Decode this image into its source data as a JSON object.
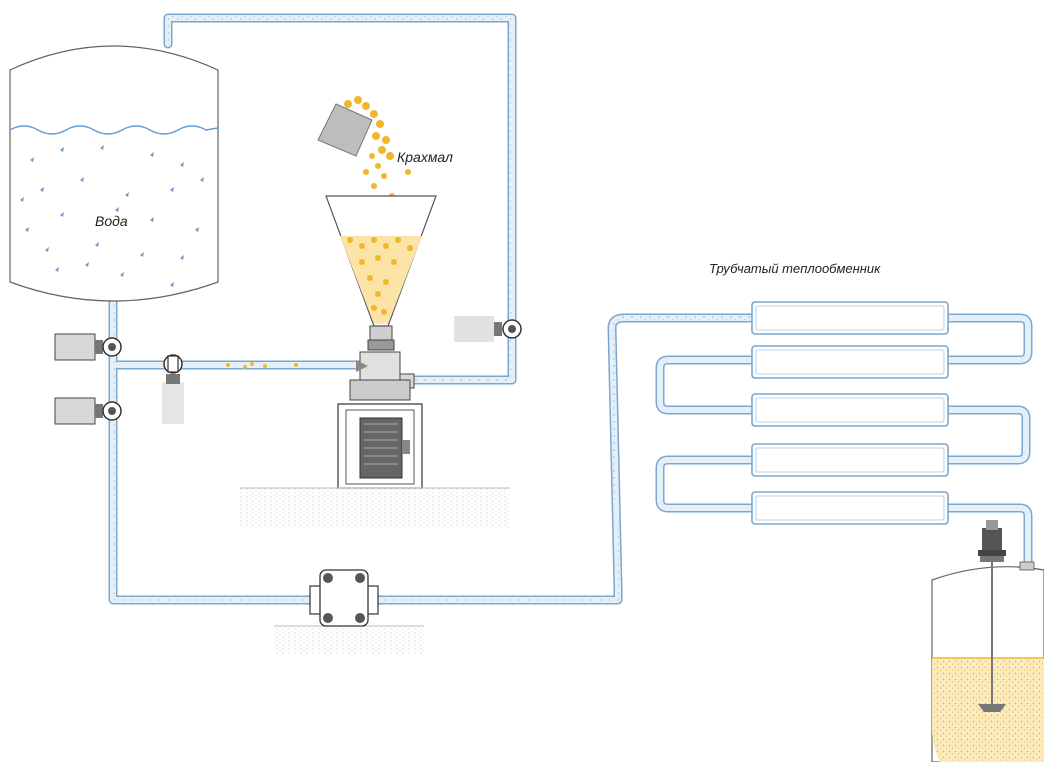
{
  "labels": {
    "water": "Вода",
    "starch": "Крахмал",
    "heat_exchanger": "Трубчатый теплообменник"
  },
  "colors": {
    "pipe_fill": "#e4eff8",
    "pipe_edge": "#7aa6cf",
    "pipe_dots": "#7a8fa8",
    "starch": "#f3b52b",
    "starch_light": "#f9e3a6",
    "water_mark": "#6a9bd0",
    "ground": "#bdbdbd",
    "equipment": "#555555",
    "equipment_fill": "#e2e2e2"
  },
  "icons": {
    "motor": "motor-icon",
    "valve": "valve-icon",
    "pump": "lobe-pump-icon",
    "agitator": "agitator-icon"
  }
}
